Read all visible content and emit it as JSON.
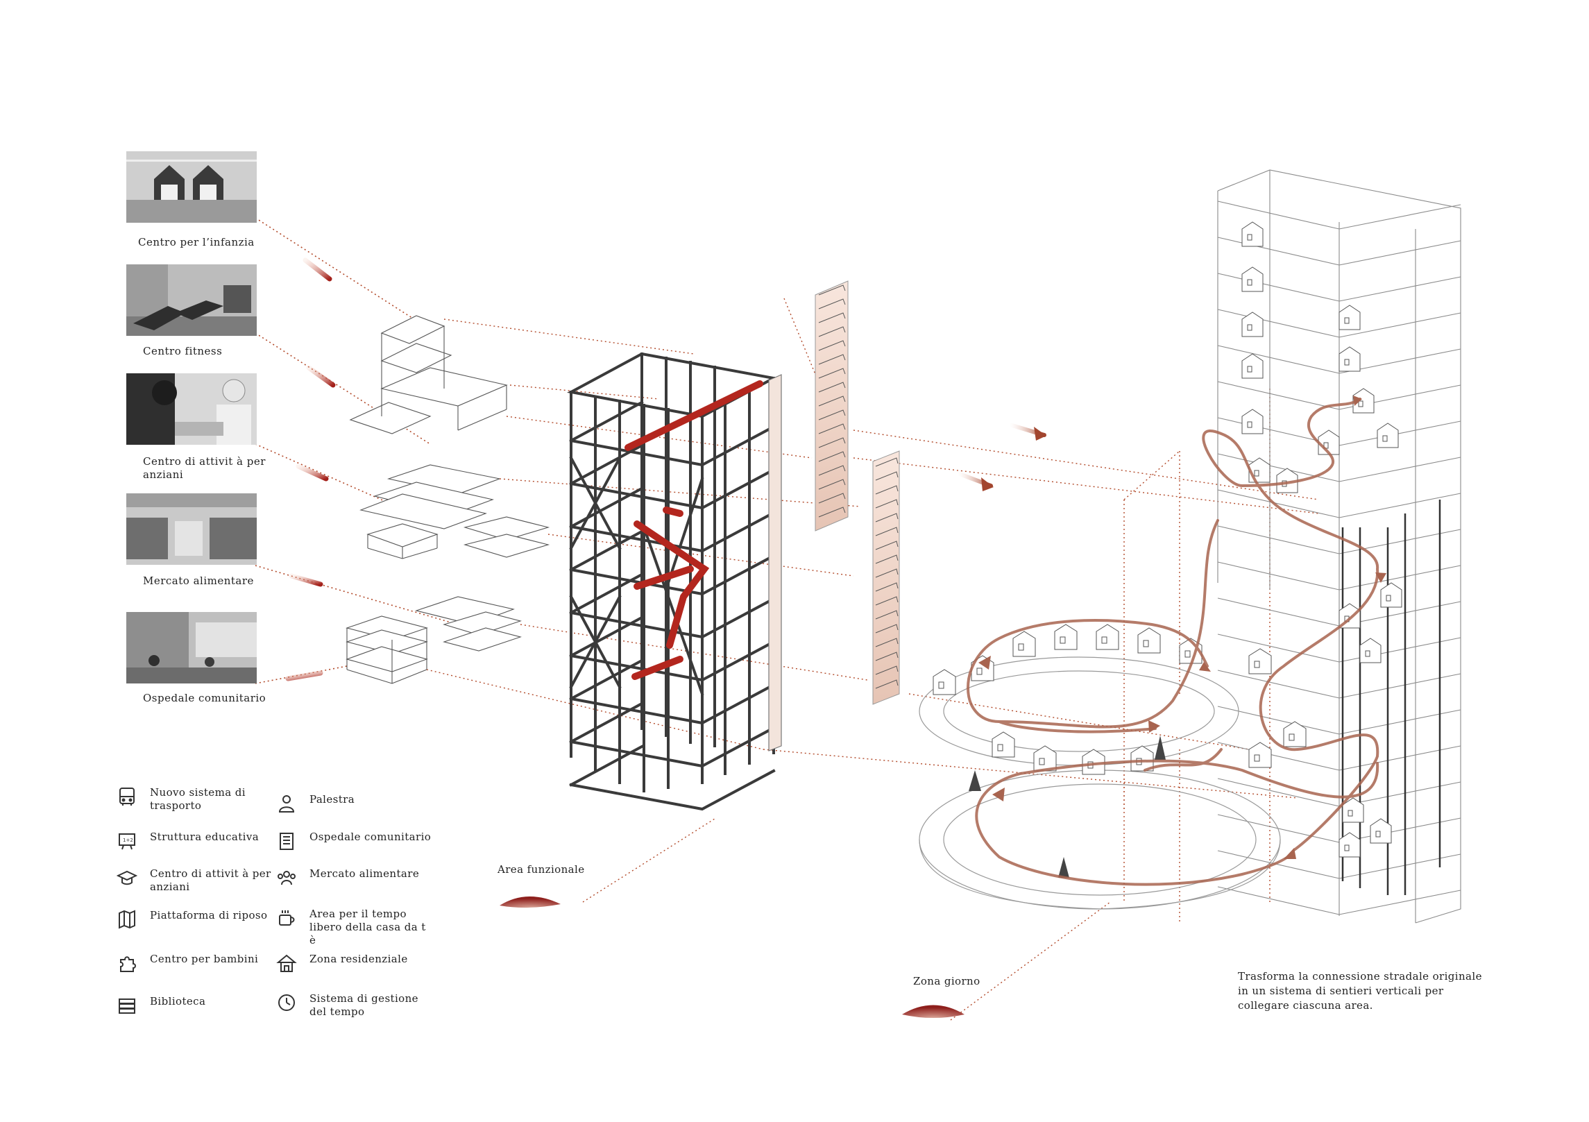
{
  "photos": [
    {
      "label": "Centro per l’infanzia"
    },
    {
      "label": "Centro fitness"
    },
    {
      "label": "Centro di attivit à  per anziani"
    },
    {
      "label": "Mercato alimentare"
    },
    {
      "label": "Ospedale comunitario"
    }
  ],
  "legend": [
    {
      "label": "Nuovo sistema di trasporto",
      "icon": "bus-icon"
    },
    {
      "label": "Palestra",
      "icon": "person-icon"
    },
    {
      "label": "Struttura educativa",
      "icon": "blackboard-icon"
    },
    {
      "label": "Ospedale comunitario",
      "icon": "hospital-building-icon"
    },
    {
      "label": "Centro di attivit à  per anziani",
      "icon": "graduation-cap-icon"
    },
    {
      "label": "Mercato alimentare",
      "icon": "people-group-icon"
    },
    {
      "label": "Piattaforma di riposo",
      "icon": "map-icon"
    },
    {
      "label": "Area per il tempo libero della casa da t è",
      "icon": "coffee-cup-icon"
    },
    {
      "label": "Centro per bambini",
      "icon": "puzzle-icon"
    },
    {
      "label": "Zona residenziale",
      "icon": "house-icon"
    },
    {
      "label": "Biblioteca",
      "icon": "books-icon"
    },
    {
      "label": "Sistema di gestione del tempo",
      "icon": "clock-icon"
    }
  ],
  "captions": {
    "functional_area": "Area funzionale",
    "day_zone": "Zona giorno"
  },
  "note": "Trasforma la connessione stradale originale in un sistema di sentieri verticali per collegare ciascuna area.",
  "colors": {
    "accent_red": "#b3261e",
    "path_brown": "#a8644f",
    "dotted_line": "#b24a2a",
    "frame": "#3a3a3a"
  }
}
